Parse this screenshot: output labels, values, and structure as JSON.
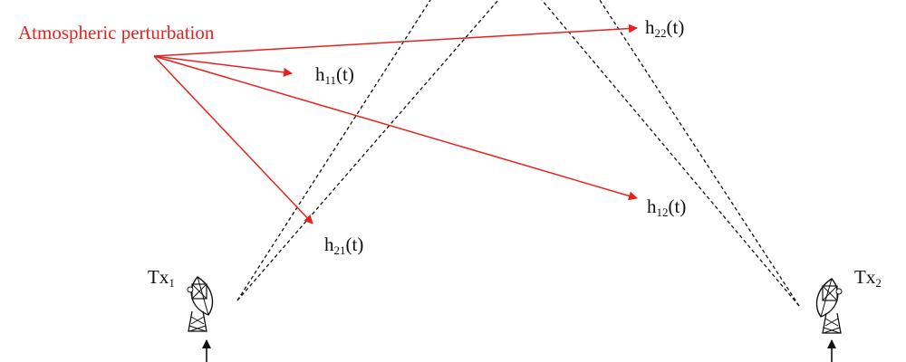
{
  "colors": {
    "perturbation": "#e8211c",
    "beam": "#111111",
    "text": "#111111"
  },
  "annotation": {
    "text": "Atmospheric perturbation"
  },
  "channels": [
    {
      "base": "h",
      "sub": "11",
      "suffix": "(t)"
    },
    {
      "base": "h",
      "sub": "22",
      "suffix": "(t)"
    },
    {
      "base": "h",
      "sub": "12",
      "suffix": "(t)"
    },
    {
      "base": "h",
      "sub": "21",
      "suffix": "(t)"
    }
  ],
  "transmitters": [
    {
      "base": "Tx",
      "sub": "1",
      "icon": "satellite-dish-icon"
    },
    {
      "base": "Tx",
      "sub": "2",
      "icon": "satellite-dish-icon"
    }
  ]
}
